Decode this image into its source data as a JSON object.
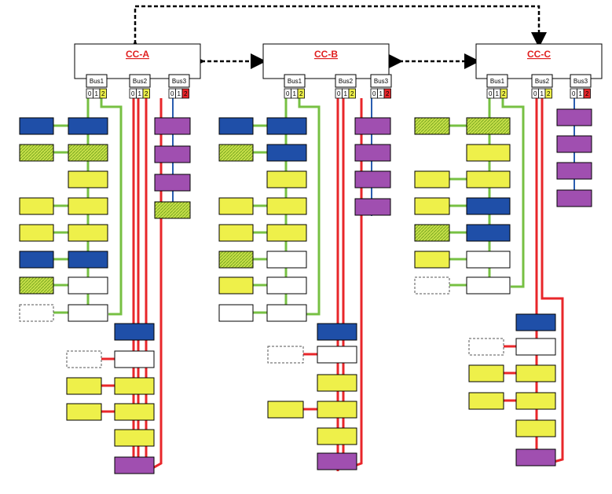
{
  "controllers": [
    {
      "id": "A",
      "title": "CC-A",
      "buses": [
        "Bus1",
        "Bus2",
        "Bus3"
      ]
    },
    {
      "id": "B",
      "title": "CC-B",
      "buses": [
        "Bus1",
        "Bus2",
        "Bus3"
      ]
    },
    {
      "id": "C",
      "title": "CC-C",
      "buses": [
        "Bus1",
        "Bus2",
        "Bus3"
      ]
    }
  ],
  "port_labels": [
    "0",
    "1",
    "2"
  ],
  "colors": {
    "blue": "#1f4fa8",
    "yellow": "#eef04a",
    "purple": "#a04fb0",
    "hatched": "#9acd32",
    "white": "#ffffff",
    "green_link": "#77c043",
    "red_link": "#e8262a",
    "blue_link": "#2a5db0",
    "title_red": "#e02020"
  }
}
